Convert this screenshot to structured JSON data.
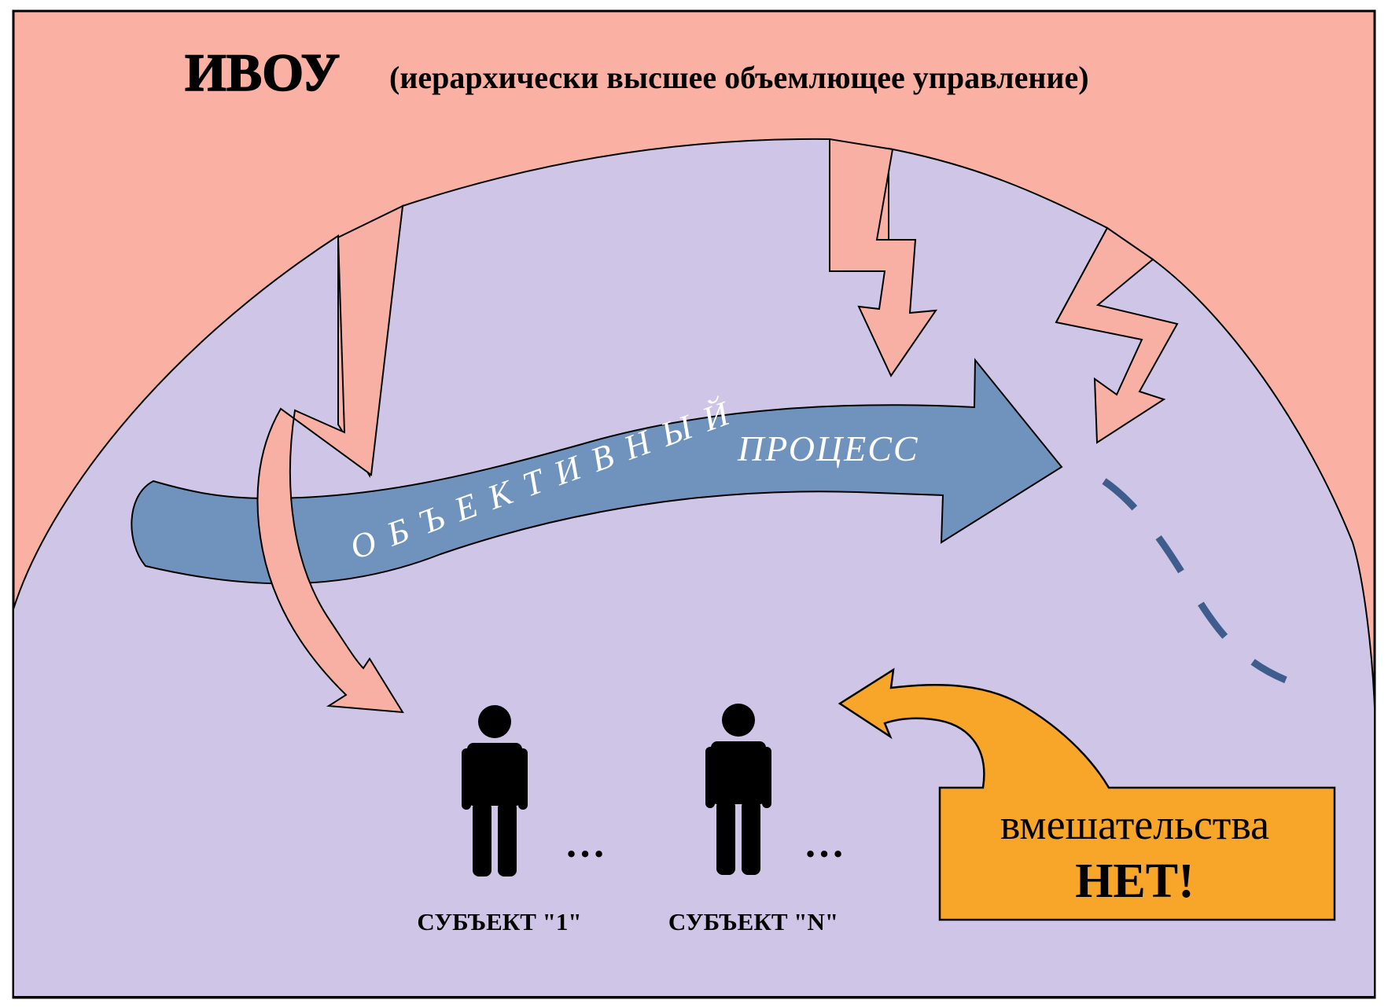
{
  "title": {
    "abbr": "ИВОУ",
    "full": "(иерархически высшее объемлющее управление)"
  },
  "process": {
    "word1": "ОБЪЕКТИВНЫЙ",
    "word2": "ПРОЦЕСС"
  },
  "subjects": [
    {
      "label": "СУБЪЕКТ \"1\""
    },
    {
      "label": "СУБЪЕКТ \"N\""
    }
  ],
  "ellipsis": "…",
  "callout": {
    "line1": "вмешательства",
    "line2": "НЕТ!"
  },
  "colors": {
    "background_pink": "#fbb0a4",
    "dome_lavender": "#cfc5e6",
    "process_arrow": "#7093bd",
    "control_arrow": "#f9b0a4",
    "callout_orange": "#f8a62a",
    "dashed_line": "#3e5d8c",
    "person": "#000000"
  },
  "icons": [
    "person-icon",
    "lightning-arrow-icon",
    "curved-arrow-icon"
  ]
}
